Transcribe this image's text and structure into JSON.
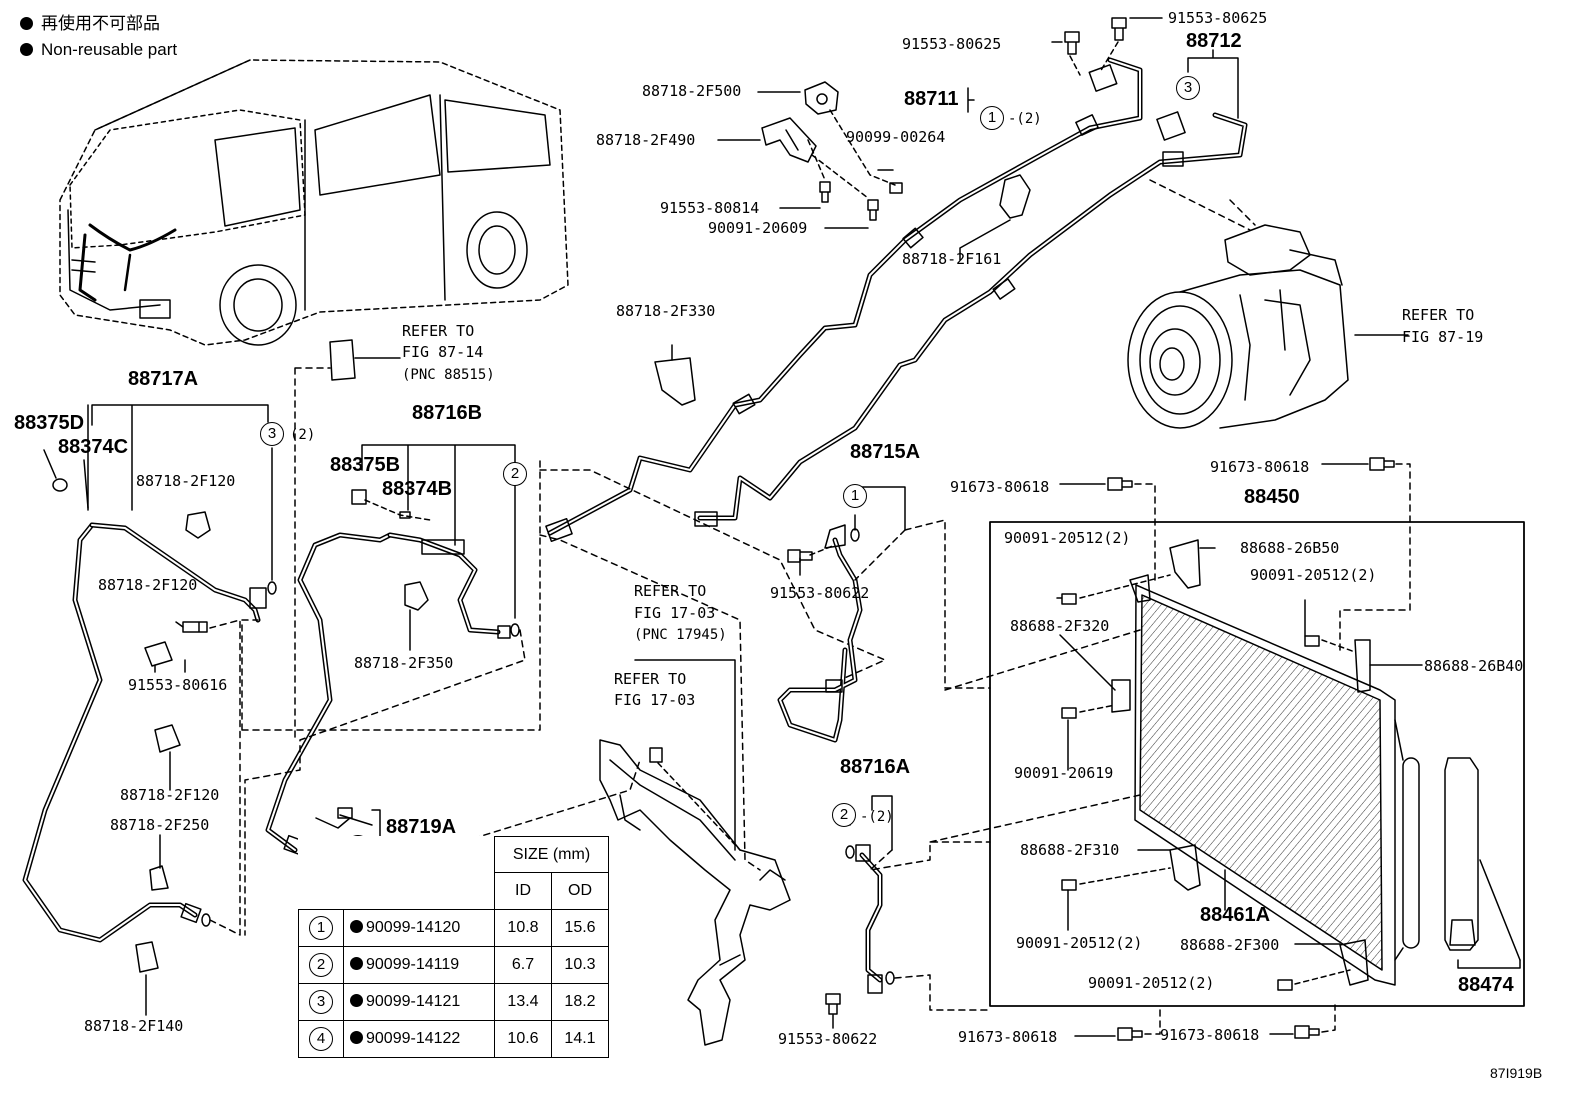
{
  "legend": {
    "line1": "再使用不可部品",
    "line2": "Non-reusable part"
  },
  "labels": {
    "p88712": "88712",
    "p91553_80625_a": "91553-80625",
    "p91553_80625_b": "91553-80625",
    "p88711": "88711",
    "p88711_qty": "-(2)",
    "p88718_2F500": "88718-2F500",
    "p88718_2F490": "88718-2F490",
    "p90099_00264": "90099-00264",
    "p91553_80814": "91553-80814",
    "p90091_20609": "90091-20609",
    "p88718_2F161": "88718-2F161",
    "refer_87_19_a": "REFER TO",
    "refer_87_19_b": "FIG 87-19",
    "p88718_2F330": "88718-2F330",
    "refer_87_14_a": "REFER TO",
    "refer_87_14_b": "FIG 87-14",
    "refer_87_14_c": "(PNC 88515)",
    "p88717A": "88717A",
    "p88375D": "88375D",
    "p88374C": "88374C",
    "p88718_2F120_a": "88718-2F120",
    "p88718_2F120_b": "88718-2F120",
    "p88718_2F120_c": "88718-2F120",
    "p91553_80616": "91553-80616",
    "p88718_2F250": "88718-2F250",
    "p88718_2F140": "88718-2F140",
    "qty3": "(2)",
    "p88716B": "88716B",
    "p88375B": "88375B",
    "p88374B": "88374B",
    "p88718_2F350": "88718-2F350",
    "p88719A": "88719A",
    "p88715A": "88715A",
    "p91553_80622_a": "91553-80622",
    "p91553_80622_b": "91553-80622",
    "refer_17_03a_a": "REFER TO",
    "refer_17_03a_b": "FIG 17-03",
    "refer_17_03a_c": "(PNC 17945)",
    "refer_17_03b_a": "REFER TO",
    "refer_17_03b_b": "FIG 17-03",
    "p88716A": "88716A",
    "p88716A_qty": "-(2)",
    "p91673_80618_a": "91673-80618",
    "p91673_80618_b": "91673-80618",
    "p91673_80618_c": "91673-80618",
    "p91673_80618_d": "91673-80618",
    "p88450": "88450",
    "p90091_20512_a": "90091-20512(2)",
    "p88688_26B50": "88688-26B50",
    "p90091_20512_b": "90091-20512(2)",
    "p88688_2F320": "88688-2F320",
    "p88688_26B40": "88688-26B40",
    "p90091_20619": "90091-20619",
    "p88688_2F310": "88688-2F310",
    "p88461A": "88461A",
    "p90091_20512_c": "90091-20512(2)",
    "p88688_2F300": "88688-2F300",
    "p90091_20512_d": "90091-20512(2)",
    "p88474": "88474",
    "figure_id": "87I919B"
  },
  "circles": {
    "c1a": "1",
    "c3a": "3",
    "c3b": "3",
    "c2a": "2",
    "c1b": "1",
    "c2b": "2",
    "c4a": "4"
  },
  "size_table": {
    "header": "SIZE (mm)",
    "col_id": "ID",
    "col_od": "OD",
    "rows": [
      {
        "num": "1",
        "part": "90099-14120",
        "id": "10.8",
        "od": "15.6"
      },
      {
        "num": "2",
        "part": "90099-14119",
        "id": "6.7",
        "od": "10.3"
      },
      {
        "num": "3",
        "part": "90099-14121",
        "id": "13.4",
        "od": "18.2"
      },
      {
        "num": "4",
        "part": "90099-14122",
        "id": "10.6",
        "od": "14.1"
      }
    ]
  },
  "colors": {
    "ink": "#000000",
    "paper": "#ffffff"
  }
}
